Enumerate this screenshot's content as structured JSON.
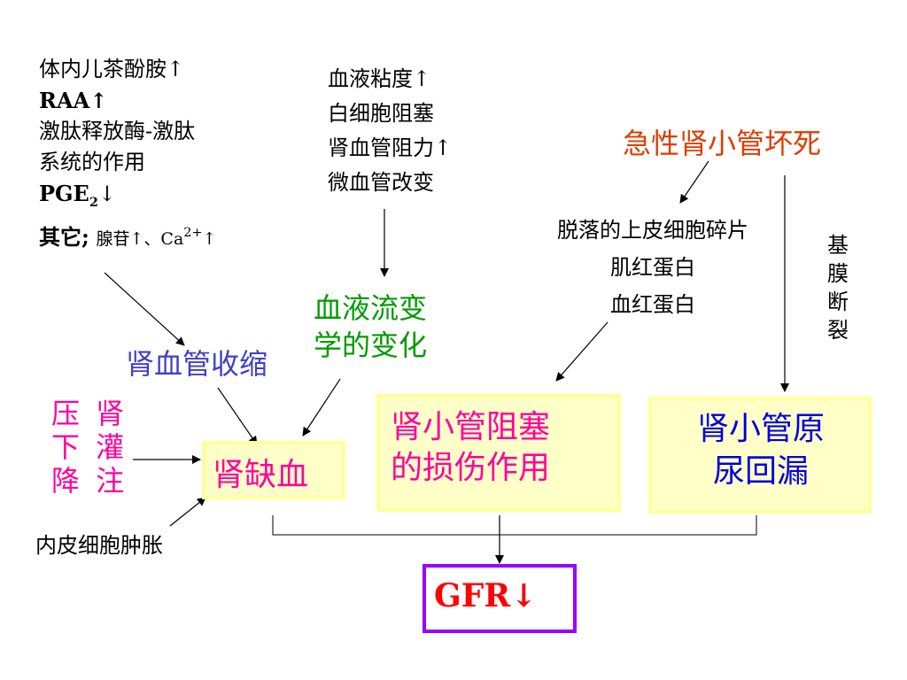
{
  "colors": {
    "black": "#000000",
    "red": "#e03c00",
    "green": "#009a00",
    "blue_violet": "#4040c8",
    "magenta": "#ff00a0",
    "blue": "#0000e0",
    "box_fill": "#ffffc8",
    "box_border": "#ffff99",
    "gfr_border": "#9a00ff"
  },
  "left_causes": {
    "line1": "体内儿茶酚胺↑",
    "line2": "RAA↑",
    "line3": "激肽释放酶-激肽",
    "line4": "系统的作用",
    "line5_main": "PGE",
    "line5_sub": "2",
    "line5_arrow": "↓",
    "line6_main": "其它;",
    "line6_small": "腺苷↑、Ca",
    "line6_sup": "2+",
    "line6_end": "↑"
  },
  "middle_causes": {
    "line1": "血液粘度↑",
    "line2": "白细胞阻塞",
    "line3": "肾血管阻力↑",
    "line4": "微血管改变"
  },
  "atn_title": "急性肾小管坏死",
  "debris": {
    "line1": "脱落的上皮细胞碎片",
    "line2": "肌红蛋白",
    "line3": "血红蛋白"
  },
  "basement_rupture": [
    "基",
    "膜",
    "断",
    "裂"
  ],
  "hemorheology": {
    "line1": "血液流变",
    "line2": "学的变化"
  },
  "renal_vasoconstriction": "肾血管收缩",
  "perfusion_drop": {
    "col1": [
      "压",
      "下",
      "降"
    ],
    "col2": [
      "肾",
      "灌",
      "注"
    ]
  },
  "renal_ischemia": "肾缺血",
  "endothelial_swelling": "内皮细胞肿胀",
  "tubular_obstruction": {
    "line1": "肾小管阻塞",
    "line2": "的损伤作用"
  },
  "tubular_backleak": {
    "line1": "肾小管原",
    "line2": "尿回漏"
  },
  "gfr": "GFR↓"
}
